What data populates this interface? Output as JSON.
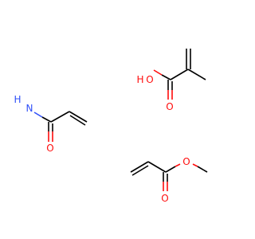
{
  "colors": {
    "carbon": "#000000",
    "oxygen": "#ff0d0d",
    "nitrogen": "#3050f8",
    "background": "#ffffff"
  },
  "molecules": [
    {
      "id": "methacrylic-acid",
      "atoms": [
        {
          "symbol": "H",
          "element": "hydroxyl-hydrogen"
        },
        {
          "symbol": "O",
          "element": "hydroxyl-oxygen"
        },
        {
          "symbol": "O",
          "element": "carbonyl-oxygen"
        }
      ]
    },
    {
      "id": "acrylamide",
      "atoms": [
        {
          "symbol": "H",
          "element": "amine-hydrogen"
        },
        {
          "symbol": "N",
          "element": "amine-nitrogen"
        },
        {
          "symbol": "O",
          "element": "carbonyl-oxygen"
        }
      ]
    },
    {
      "id": "methyl-acrylate",
      "atoms": [
        {
          "symbol": "O",
          "element": "ester-oxygen"
        },
        {
          "symbol": "O",
          "element": "carbonyl-oxygen"
        }
      ]
    }
  ]
}
